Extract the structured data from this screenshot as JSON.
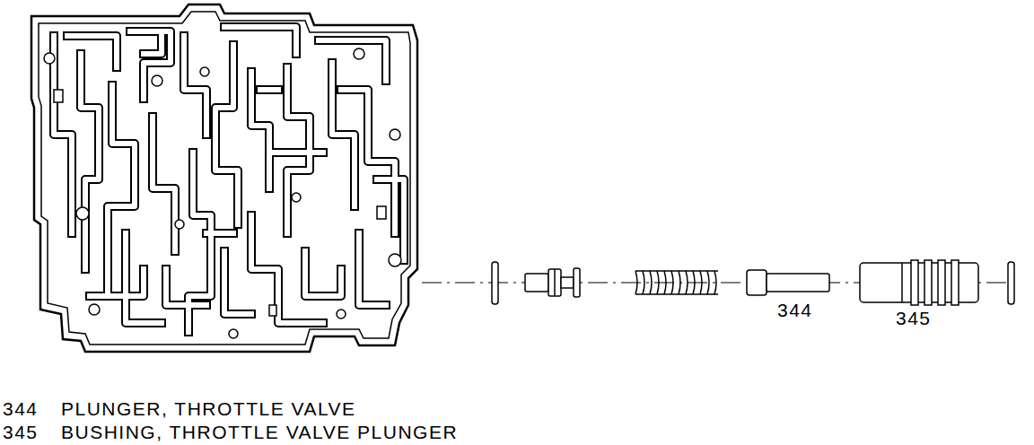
{
  "diagram": {
    "labels": [
      "344",
      "345",
      "344",
      "PLUNGER, THROTTLE VALVE",
      "345",
      "BUSHING, THROTTLE VALVE PLUNGER"
    ]
  }
}
